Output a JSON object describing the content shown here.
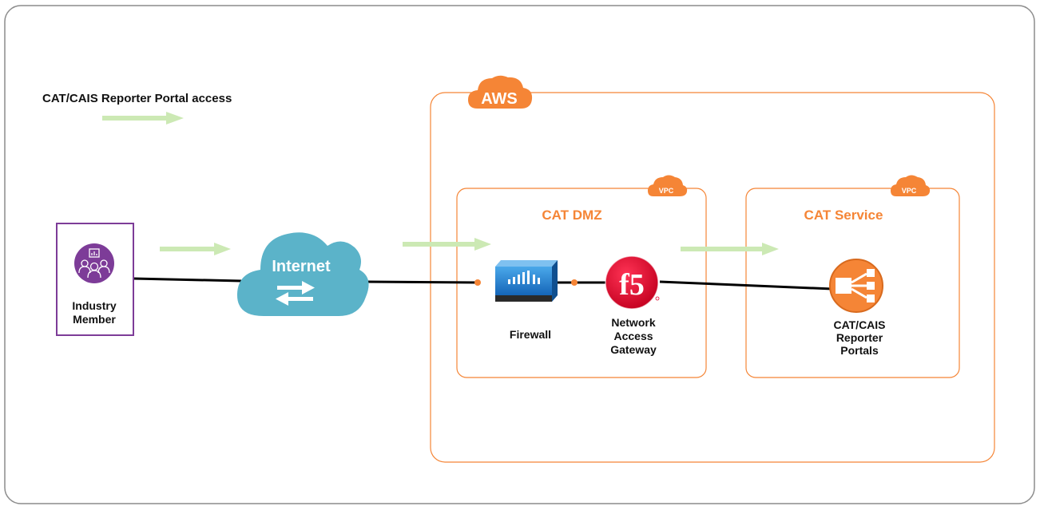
{
  "legend": {
    "title": "CAT/CAIS Reporter Portal access"
  },
  "regions": {
    "aws": {
      "label": "AWS"
    },
    "dmz": {
      "label": "CAT DMZ",
      "badge": "VPC"
    },
    "service": {
      "label": "CAT Service",
      "badge": "VPC"
    }
  },
  "nodes": {
    "industry_member": {
      "label_line1": "Industry",
      "label_line2": "Member"
    },
    "internet": {
      "label": "Internet"
    },
    "firewall": {
      "label": "Firewall"
    },
    "gateway": {
      "logo_text": "f5",
      "label_line1": "Network",
      "label_line2": "Access",
      "label_line3": "Gateway"
    },
    "portals": {
      "label_line1": "CAT/CAIS",
      "label_line2": "Reporter",
      "label_line3": "Portals"
    }
  },
  "colors": {
    "aws_orange": "#f58536",
    "frame_gray": "#8c8c8c",
    "arrow_green": "#cce9b4",
    "purple": "#7d3c98",
    "internet_blue": "#5bb3c9",
    "firewall_blue": "#1f7fd0",
    "f5_red": "#e4002b"
  }
}
